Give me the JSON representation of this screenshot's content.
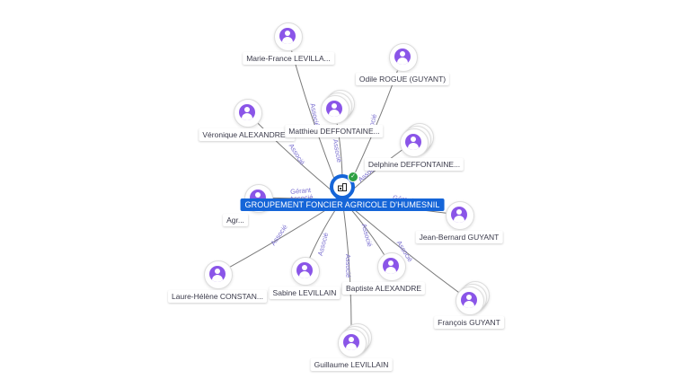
{
  "center": {
    "label": "GROUPEMENT FONCIER AGRICOLE D'HUMESNIL",
    "icon": "building-icon",
    "verified_icon": "check-icon"
  },
  "people": [
    {
      "name": "Marie-France LEVILLA...",
      "stack": 1
    },
    {
      "name": "Odile ROGUE (GUYANT)",
      "stack": 1
    },
    {
      "name": "Véronique ALEXANDRE...",
      "stack": 1
    },
    {
      "name": "Matthieu DEFFONTAINE...",
      "stack": 3
    },
    {
      "name": "Delphine DEFFONTAINE...",
      "stack": 3
    },
    {
      "name": "Agr...",
      "stack": 1
    },
    {
      "name": "Jean-Bernard GUYANT",
      "stack": 1
    },
    {
      "name": "Laure-Hélène CONSTAN...",
      "stack": 1
    },
    {
      "name": "Sabine LEVILLAIN",
      "stack": 1
    },
    {
      "name": "Baptiste ALEXANDRE",
      "stack": 1
    },
    {
      "name": "François GUYANT",
      "stack": 3
    },
    {
      "name": "Guillaume LEVILLAIN",
      "stack": 3
    }
  ],
  "edge_labels": {
    "associe": "Associé",
    "gerant": "Gérant",
    "gerant_associe": "Gérant\nAssocié"
  },
  "colors": {
    "accent": "#1565d8",
    "avatar": "#8a55e8",
    "edge_text": "#7a6fd0",
    "verified": "#2ea043"
  }
}
